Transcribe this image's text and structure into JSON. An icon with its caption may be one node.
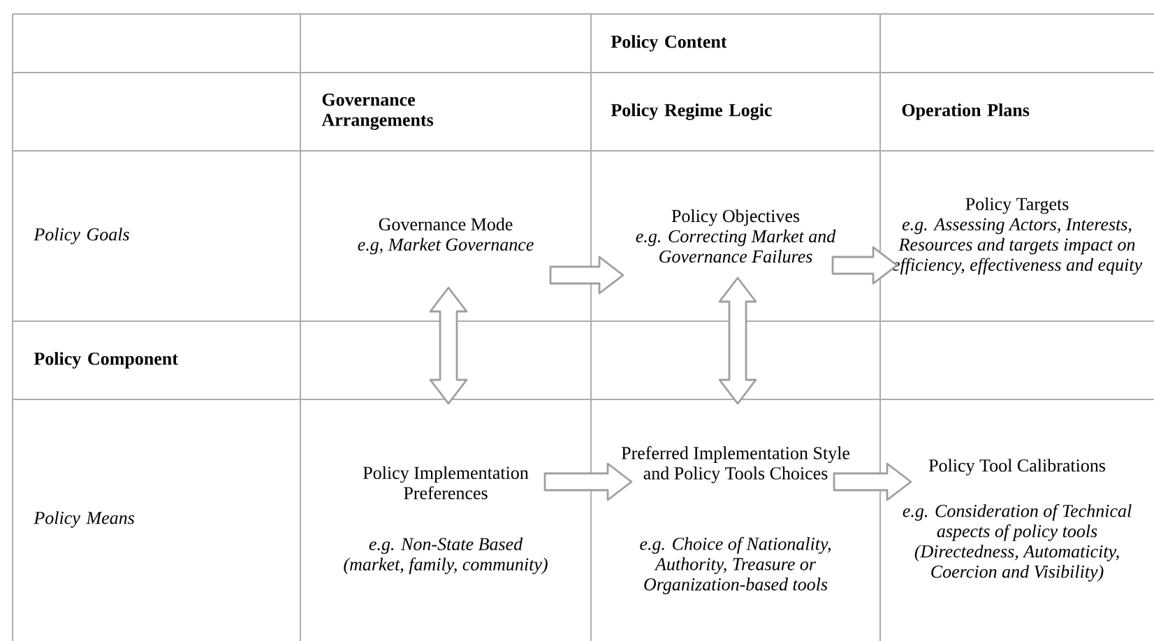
{
  "diagram": {
    "nodes": [
      {
        "text": [
          "Governance Mode",
          "e.g, Market Governance"
        ]
      },
      {
        "text": [
          "Policy Objectives",
          "e.g. Correcting Market and Governance Failures"
        ]
      },
      {
        "text": [
          "Policy Targets",
          "e.g. Assessing Actors, Interests, Resources and targets impact on efficiency, effectiveness and equity"
        ]
      },
      {
        "text": [
          "Policy Implementation Preferences",
          "e.g. Non-State Based (market, family, community)"
        ]
      },
      {
        "text": [
          "Preferred Implementation Style and Policy Tools Choices",
          "e.g. Choice of Nationality, Authority, Treasure or Organization-based tools"
        ]
      },
      {
        "text": [
          "Policy Tool Calibrations",
          "e.g. Consideration of Technical aspects of policy tools (Directedness, Automaticity, Coercion and Visibility)"
        ]
      }
    ],
    "edges": [
      {
        "from": 0,
        "to": 1,
        "arrow": "to"
      },
      {
        "from": 1,
        "to": 2,
        "arrow": "to"
      },
      {
        "from": 0,
        "to": 3,
        "arrow": "both"
      },
      {
        "from": 1,
        "to": 4,
        "arrow": "both"
      },
      {
        "from": 3,
        "to": 4,
        "arrow": "to"
      },
      {
        "from": 4,
        "to": 5,
        "arrow": "to"
      }
    ],
    "labels": [
      "Policy Content",
      "Governance Arrangements",
      "Policy Regime Logic",
      "Operation Plans",
      "Policy Goals",
      "Policy Component",
      "Policy Means"
    ]
  }
}
